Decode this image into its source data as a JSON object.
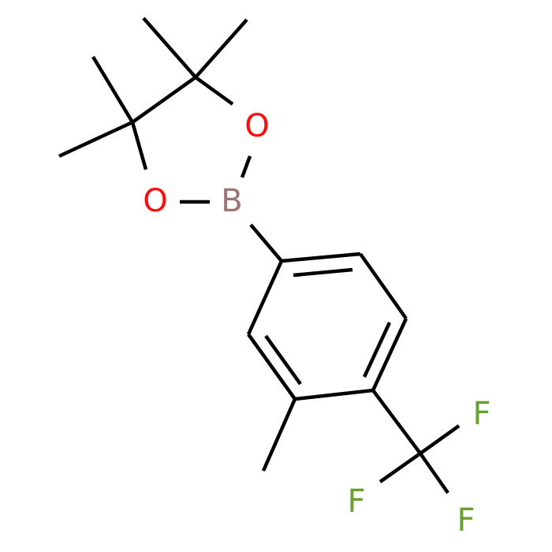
{
  "molecule": {
    "atoms": {
      "o_top": {
        "symbol": "O",
        "color": "#ff0d0d"
      },
      "o_left": {
        "symbol": "O",
        "color": "#ff0d0d"
      },
      "boron": {
        "symbol": "B",
        "color": "#9e7373"
      },
      "f_top": {
        "symbol": "F",
        "color": "#6aa033"
      },
      "f_left": {
        "symbol": "F",
        "color": "#6aa033"
      },
      "f_bottom": {
        "symbol": "F",
        "color": "#6aa033"
      }
    },
    "bond_color": "#000000",
    "background": "#ffffff"
  }
}
